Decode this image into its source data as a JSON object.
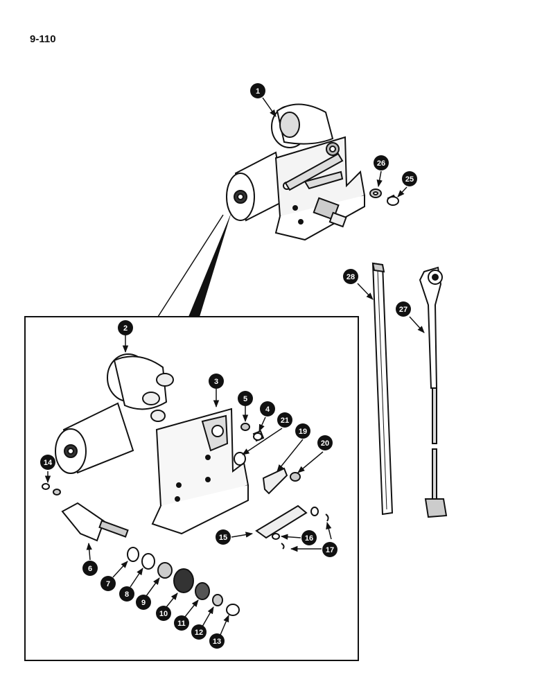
{
  "page": {
    "number": "9-110"
  },
  "callouts": [
    {
      "id": "1",
      "label": "1"
    },
    {
      "id": "2",
      "label": "2"
    },
    {
      "id": "3",
      "label": "3"
    },
    {
      "id": "4",
      "label": "4"
    },
    {
      "id": "5",
      "label": "5"
    },
    {
      "id": "6",
      "label": "6"
    },
    {
      "id": "7",
      "label": "7"
    },
    {
      "id": "8",
      "label": "8"
    },
    {
      "id": "9",
      "label": "9"
    },
    {
      "id": "10",
      "label": "10"
    },
    {
      "id": "11",
      "label": "11"
    },
    {
      "id": "12",
      "label": "12"
    },
    {
      "id": "13",
      "label": "13"
    },
    {
      "id": "14",
      "label": "14"
    },
    {
      "id": "15",
      "label": "15"
    },
    {
      "id": "16",
      "label": "16"
    },
    {
      "id": "17",
      "label": "17"
    },
    {
      "id": "19",
      "label": "19"
    },
    {
      "id": "20",
      "label": "20"
    },
    {
      "id": "21",
      "label": "21"
    },
    {
      "id": "25",
      "label": "25"
    },
    {
      "id": "26",
      "label": "26"
    },
    {
      "id": "27",
      "label": "27"
    },
    {
      "id": "28",
      "label": "28"
    }
  ]
}
